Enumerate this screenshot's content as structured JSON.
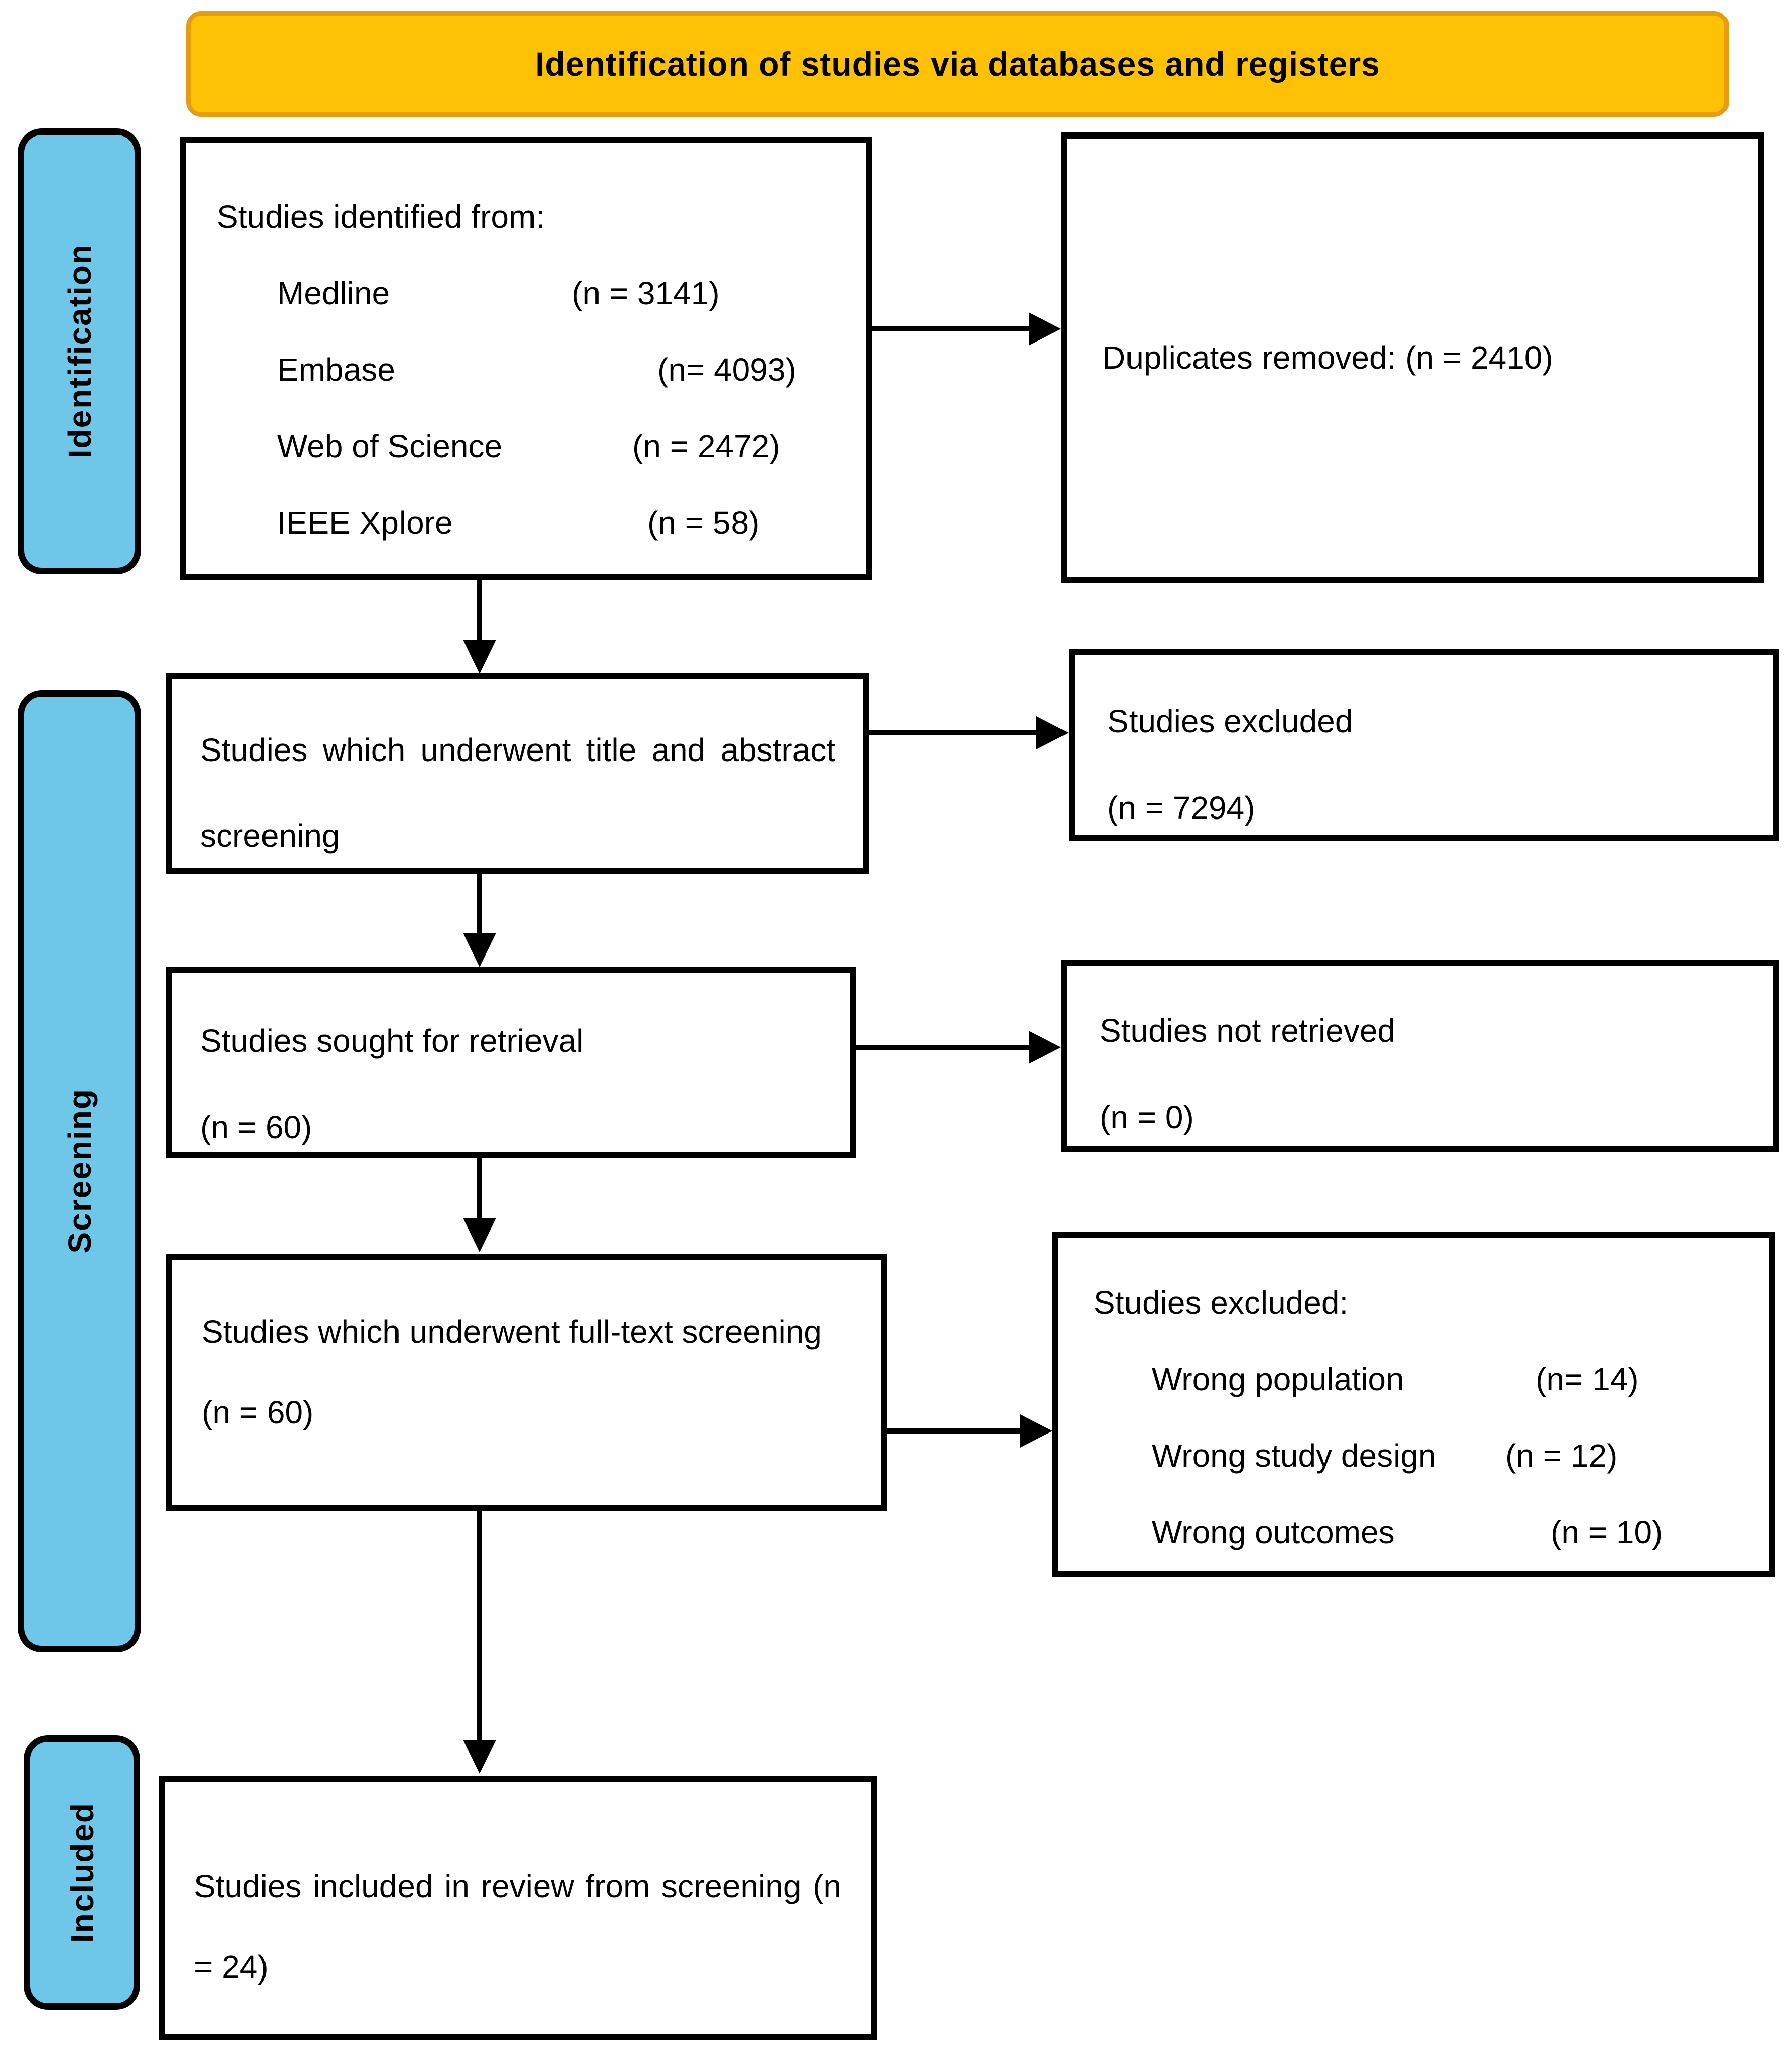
{
  "colors": {
    "banner_fill": "#FFC103",
    "banner_border": "#E89B0C",
    "sidebar_fill": "#6EC6E8",
    "line": "#000000"
  },
  "banner": {
    "title": "Identification of studies via databases and registers"
  },
  "sidebar": {
    "identification": "Identification",
    "screening": "Screening",
    "included": "Included"
  },
  "flow": {
    "identified": {
      "title": "Studies identified from:",
      "sources": [
        {
          "name": "Medline",
          "count": "(n = 3141)"
        },
        {
          "name": "Embase",
          "count": "(n= 4093)"
        },
        {
          "name": "Web of Science",
          "count": "(n = 2472)"
        },
        {
          "name": "IEEE Xplore",
          "count": "(n = 58)"
        }
      ]
    },
    "duplicates_removed": {
      "text": "Duplicates removed: (n = 2410)"
    },
    "title_abstract": {
      "text": "Studies which underwent title and abstract screening"
    },
    "excluded_screening": {
      "line1": "Studies excluded",
      "line2": "(n = 7294)"
    },
    "sought": {
      "line1": "Studies sought for retrieval",
      "line2": "(n = 60)"
    },
    "not_retrieved": {
      "line1": "Studies not retrieved",
      "line2": "(n = 0)"
    },
    "fulltext": {
      "text": "Studies which underwent full-text screening",
      "count": "(n = 60)"
    },
    "excluded_fulltext": {
      "title": "Studies excluded:",
      "reasons": [
        {
          "name": "Wrong population",
          "count": "(n= 14)"
        },
        {
          "name": "Wrong study design",
          "count": "(n = 12)"
        },
        {
          "name": "Wrong outcomes",
          "count": "(n = 10)"
        }
      ]
    },
    "included": {
      "text": "Studies included in review from screening (n = 24)"
    }
  }
}
